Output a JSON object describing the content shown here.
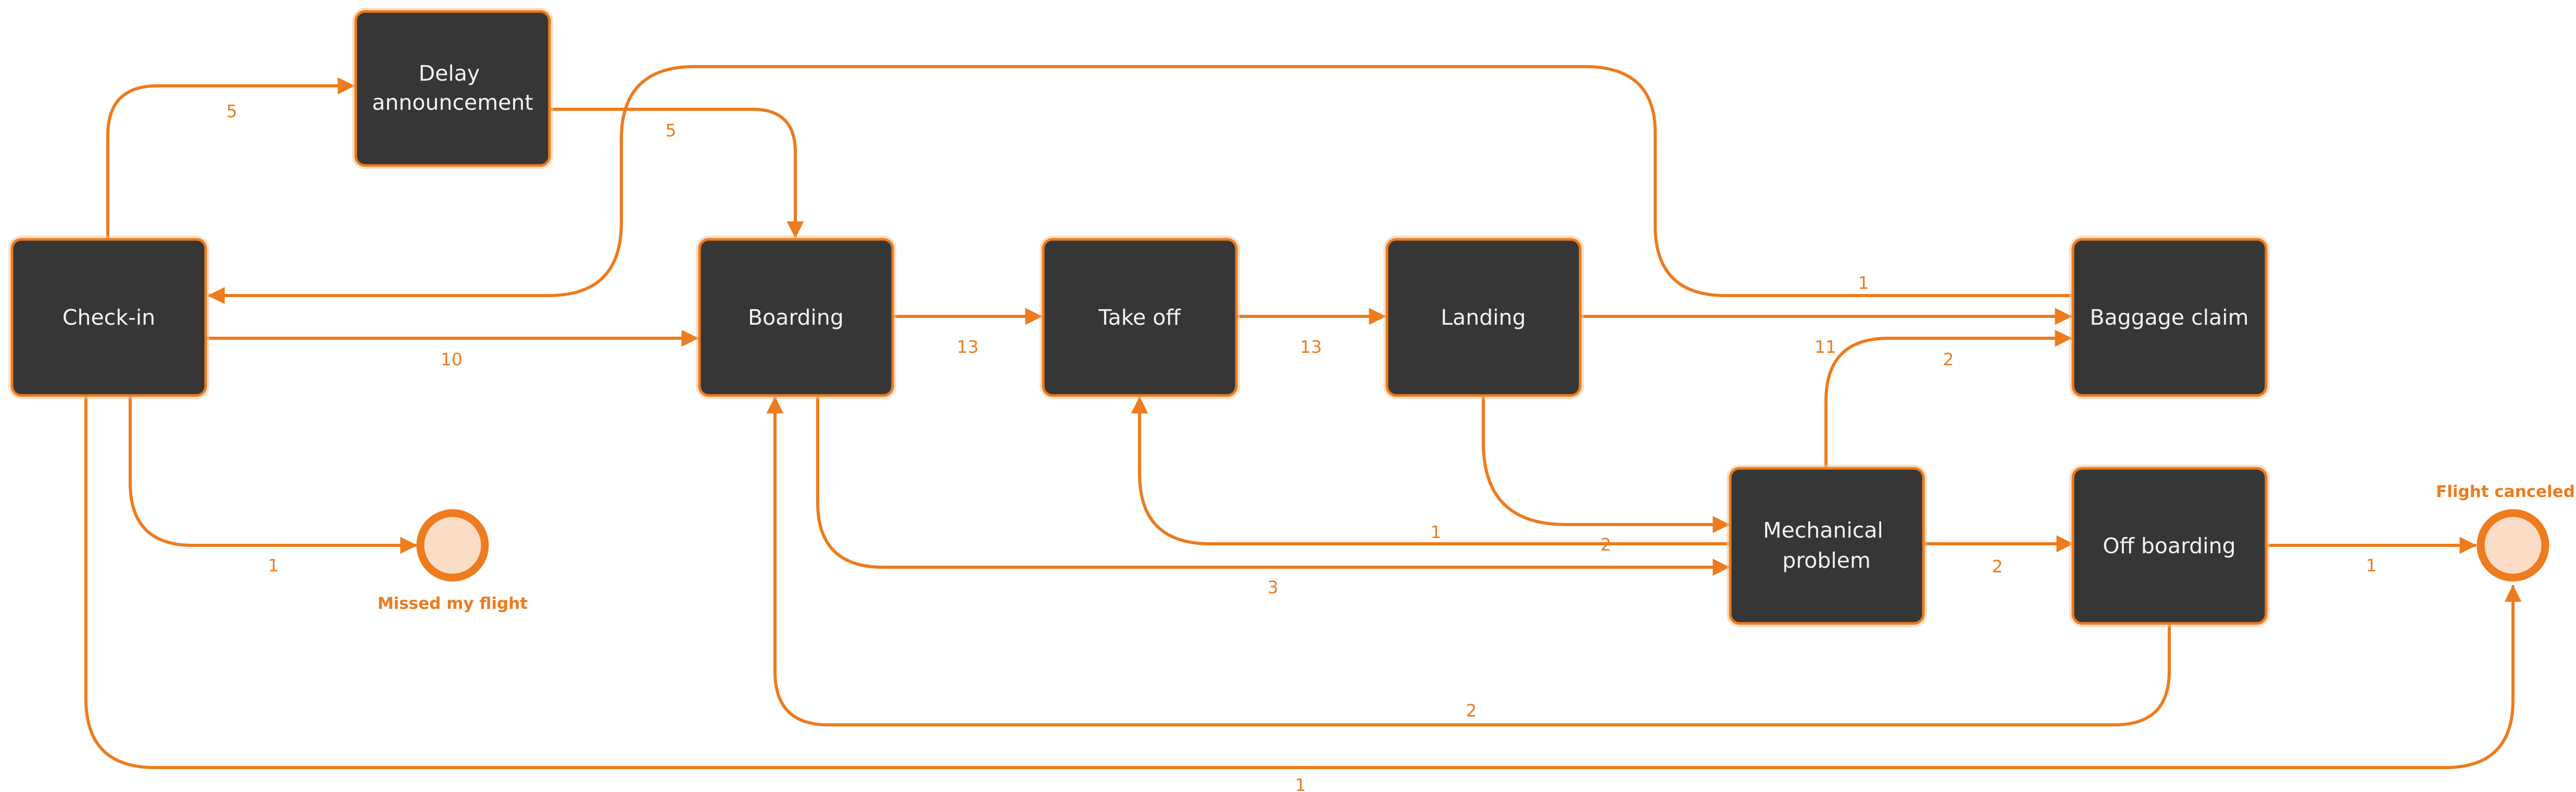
{
  "colors": {
    "accent": "#ee7b1d",
    "node_fill": "#363636",
    "node_text": "#f2f2f2",
    "end_fill": "#fbdcc6"
  },
  "nodes": {
    "delay": {
      "lines": [
        "Delay",
        "announcement"
      ]
    },
    "checkin": {
      "lines": [
        "Check-in"
      ]
    },
    "boarding": {
      "lines": [
        "Boarding"
      ]
    },
    "takeoff": {
      "lines": [
        "Take off"
      ]
    },
    "landing": {
      "lines": [
        "Landing"
      ]
    },
    "baggage": {
      "lines": [
        "Baggage claim"
      ]
    },
    "mechanical": {
      "lines": [
        "Mechanical",
        "problem"
      ]
    },
    "offboarding": {
      "lines": [
        "Off boarding"
      ]
    }
  },
  "end_states": {
    "missed": {
      "label": "Missed my flight"
    },
    "canceled": {
      "label": "Flight canceled"
    }
  },
  "edges": [
    {
      "id": "checkin-delay",
      "from": "Check-in",
      "to": "Delay announcement",
      "label": "5"
    },
    {
      "id": "delay-boarding",
      "from": "Delay announcement",
      "to": "Boarding",
      "label": "5"
    },
    {
      "id": "baggage-checkin",
      "from": "Baggage claim",
      "to": "Check-in",
      "label": "1"
    },
    {
      "id": "checkin-boarding",
      "from": "Check-in",
      "to": "Boarding",
      "label": "10"
    },
    {
      "id": "boarding-takeoff",
      "from": "Boarding",
      "to": "Take off",
      "label": "13"
    },
    {
      "id": "takeoff-landing",
      "from": "Take off",
      "to": "Landing",
      "label": "13"
    },
    {
      "id": "landing-baggage",
      "from": "Landing",
      "to": "Baggage claim",
      "label": "11"
    },
    {
      "id": "mechanical-baggage",
      "from": "Mechanical problem",
      "to": "Baggage claim",
      "label": "2"
    },
    {
      "id": "mechanical-takeoff",
      "from": "Mechanical problem",
      "to": "Take off",
      "label": "1"
    },
    {
      "id": "landing-mechanical",
      "from": "Landing",
      "to": "Mechanical problem",
      "label": "2"
    },
    {
      "id": "boarding-mechanical",
      "from": "Boarding",
      "to": "Mechanical problem",
      "label": "3"
    },
    {
      "id": "mechanical-offboarding",
      "from": "Mechanical problem",
      "to": "Off boarding",
      "label": "2"
    },
    {
      "id": "offboarding-canceled",
      "from": "Off boarding",
      "to": "Flight canceled",
      "label": "1"
    },
    {
      "id": "offboarding-boarding",
      "from": "Off boarding",
      "to": "Boarding",
      "label": "2"
    },
    {
      "id": "checkin-missed",
      "from": "Check-in",
      "to": "Missed my flight",
      "label": "1"
    },
    {
      "id": "checkin-canceled",
      "from": "Check-in",
      "to": "Flight canceled",
      "label": "1"
    }
  ]
}
